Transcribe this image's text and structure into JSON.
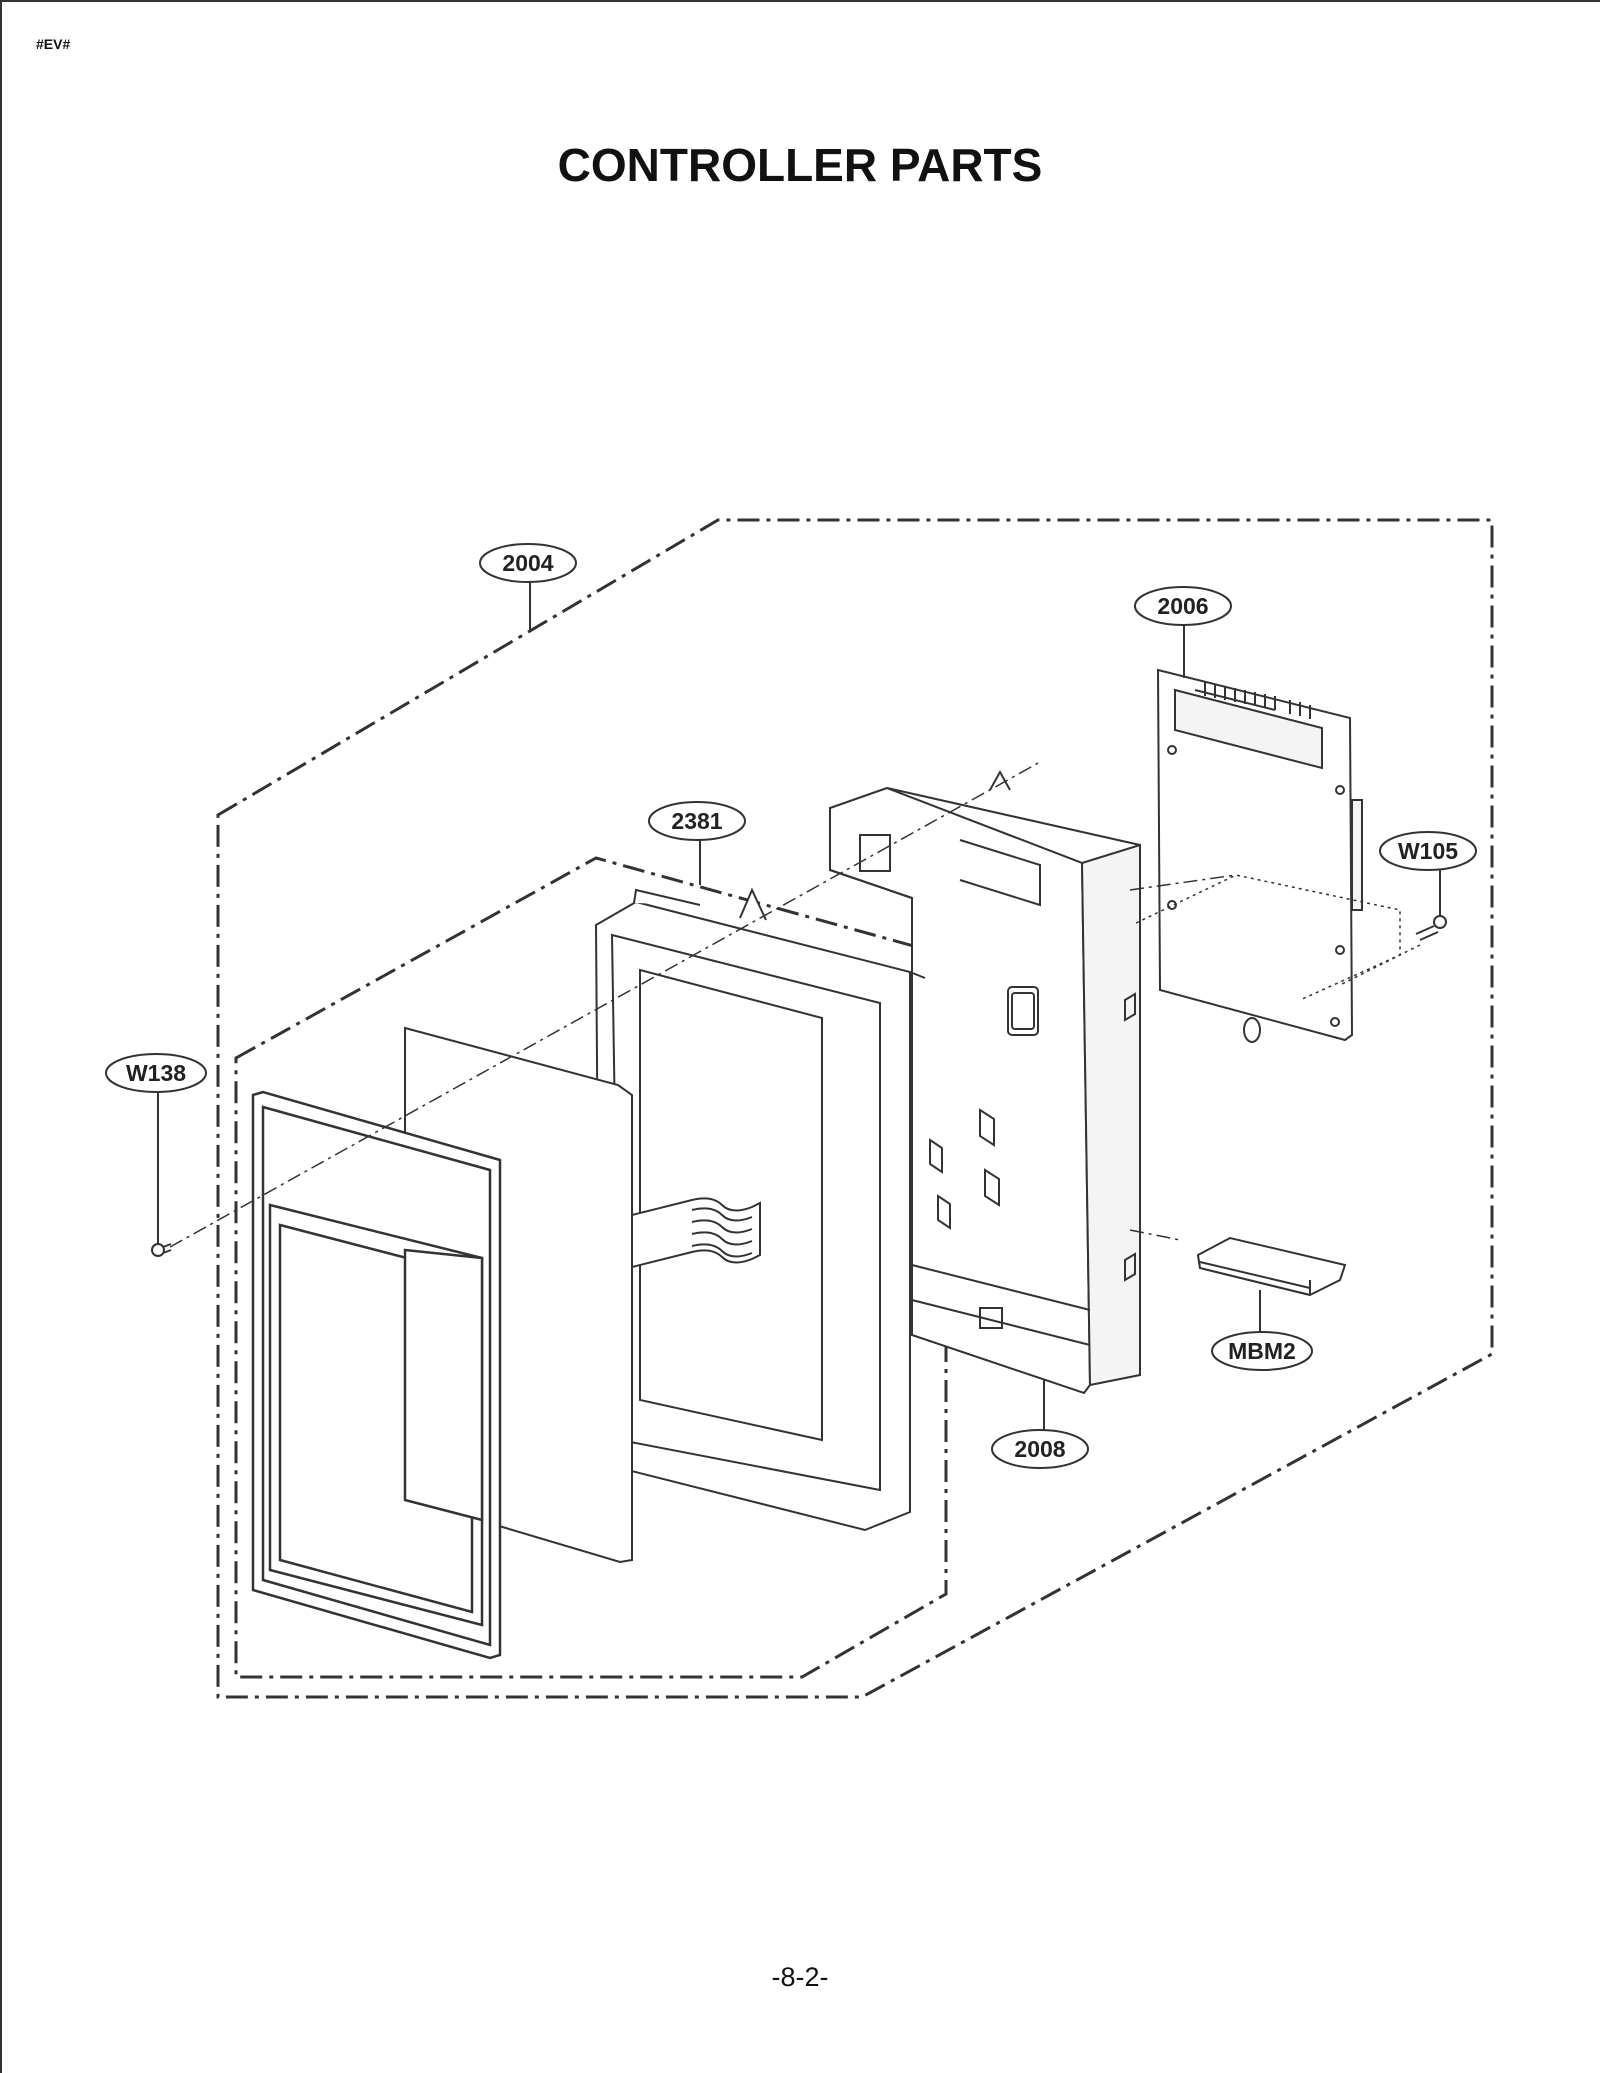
{
  "header": {
    "doc_code": "#EV#"
  },
  "title": "CONTROLLER PARTS",
  "callouts": {
    "c2004": "2004",
    "c2006": "2006",
    "c2381": "2381",
    "cW105": "W105",
    "cW138": "W138",
    "cMBM2": "MBM2",
    "c2008": "2008"
  },
  "footer": {
    "page_number": "-8-2-"
  }
}
